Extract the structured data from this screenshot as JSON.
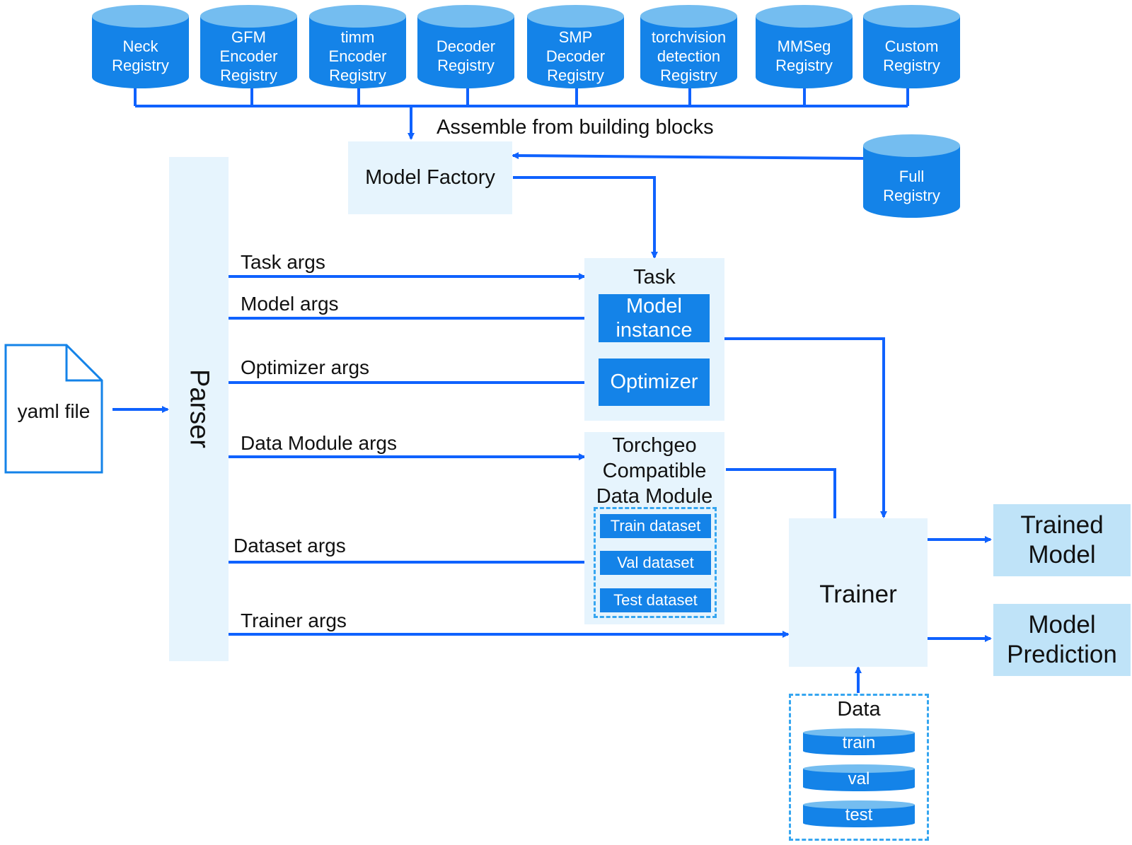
{
  "registries": [
    {
      "id": "neck",
      "label": "Neck\nRegistry"
    },
    {
      "id": "gfm",
      "label": "GFM\nEncoder\nRegistry"
    },
    {
      "id": "timm",
      "label": "timm\nEncoder\nRegistry"
    },
    {
      "id": "decoder",
      "label": "Decoder\nRegistry"
    },
    {
      "id": "smp",
      "label": "SMP\nDecoder\nRegistry"
    },
    {
      "id": "torchvision",
      "label": "torchvision\ndetection\nRegistry"
    },
    {
      "id": "mmseg",
      "label": "MMSeg\nRegistry"
    },
    {
      "id": "custom",
      "label": "Custom\nRegistry"
    }
  ],
  "full_registry": "Full\nRegistry",
  "assemble_label": "Assemble from building blocks",
  "model_factory": "Model Factory",
  "parser": "Parser",
  "yaml_file": "yaml file",
  "args": {
    "task": "Task args",
    "model": "Model args",
    "optimizer": "Optimizer args",
    "data_module": "Data Module args",
    "dataset": "Dataset args",
    "trainer": "Trainer args"
  },
  "task": {
    "title": "Task",
    "model_instance": "Model\ninstance",
    "optimizer": "Optimizer"
  },
  "data_module": {
    "title": "Torchgeo\nCompatible\nData Module",
    "datasets": [
      "Train dataset",
      "Val dataset",
      "Test dataset"
    ]
  },
  "trainer": "Trainer",
  "data": {
    "title": "Data",
    "splits": [
      "train",
      "val",
      "test"
    ]
  },
  "outputs": {
    "trained_model": "Trained\nModel",
    "model_prediction": "Model\nPrediction"
  },
  "colors": {
    "arrow": "#0f62fe",
    "cylinder_body": "#1483e8",
    "cylinder_top": "#74bdf0",
    "light_box": "#e6f4fd",
    "output_box": "#bfe3f8",
    "dashed_border": "#36a6f0"
  }
}
